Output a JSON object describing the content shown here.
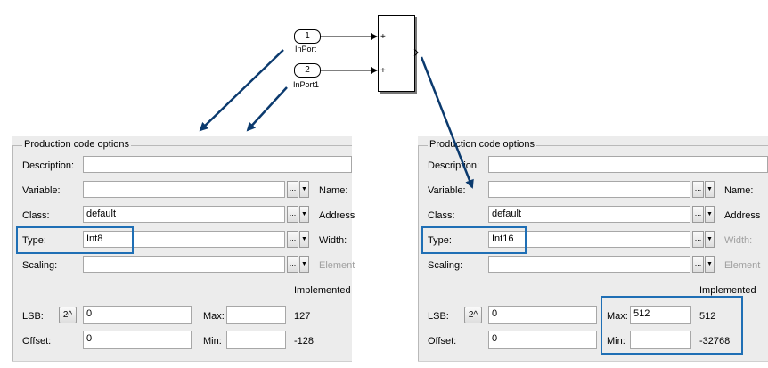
{
  "diagram": {
    "inport1": {
      "number": "1",
      "name": "InPort"
    },
    "inport2": {
      "number": "2",
      "name": "InPort1"
    },
    "sum_signs": [
      "+",
      "+"
    ]
  },
  "left_panel": {
    "group_title": "Production code options",
    "description_label": "Description:",
    "description_value": "",
    "variable_label": "Variable:",
    "variable_value": "",
    "name_label": "Name:",
    "class_label": "Class:",
    "class_value": "default",
    "address_label": "Address",
    "type_label": "Type:",
    "type_value": "Int8",
    "width_label": "Width:",
    "scaling_label": "Scaling:",
    "scaling_value": "",
    "element_label": "Element",
    "implemented_label": "Implemented",
    "lsb_label": "LSB:",
    "lsb_pow_button": "2^",
    "lsb_value": "0",
    "max_label": "Max:",
    "max_value": "",
    "max_implemented": "127",
    "offset_label": "Offset:",
    "offset_value": "0",
    "min_label": "Min:",
    "min_value": "",
    "min_implemented": "-128",
    "dots": "..."
  },
  "right_panel": {
    "group_title": "Production code options",
    "description_label": "Description:",
    "description_value": "",
    "variable_label": "Variable:",
    "variable_value": "",
    "name_label": "Name:",
    "class_label": "Class:",
    "class_value": "default",
    "address_label": "Address",
    "type_label": "Type:",
    "type_value": "Int16",
    "width_label": "Width:",
    "scaling_label": "Scaling:",
    "scaling_value": "",
    "element_label": "Element",
    "implemented_label": "Implemented",
    "lsb_label": "LSB:",
    "lsb_pow_button": "2^",
    "lsb_value": "0",
    "max_label": "Max:",
    "max_value": "512",
    "max_implemented": "512",
    "offset_label": "Offset:",
    "offset_value": "0",
    "min_label": "Min:",
    "min_value": "",
    "min_implemented": "-32768",
    "dots": "..."
  },
  "colors": {
    "highlight": "#1f6fb5",
    "arrow": "#0b3a6e",
    "panel_bg": "#ececec"
  }
}
